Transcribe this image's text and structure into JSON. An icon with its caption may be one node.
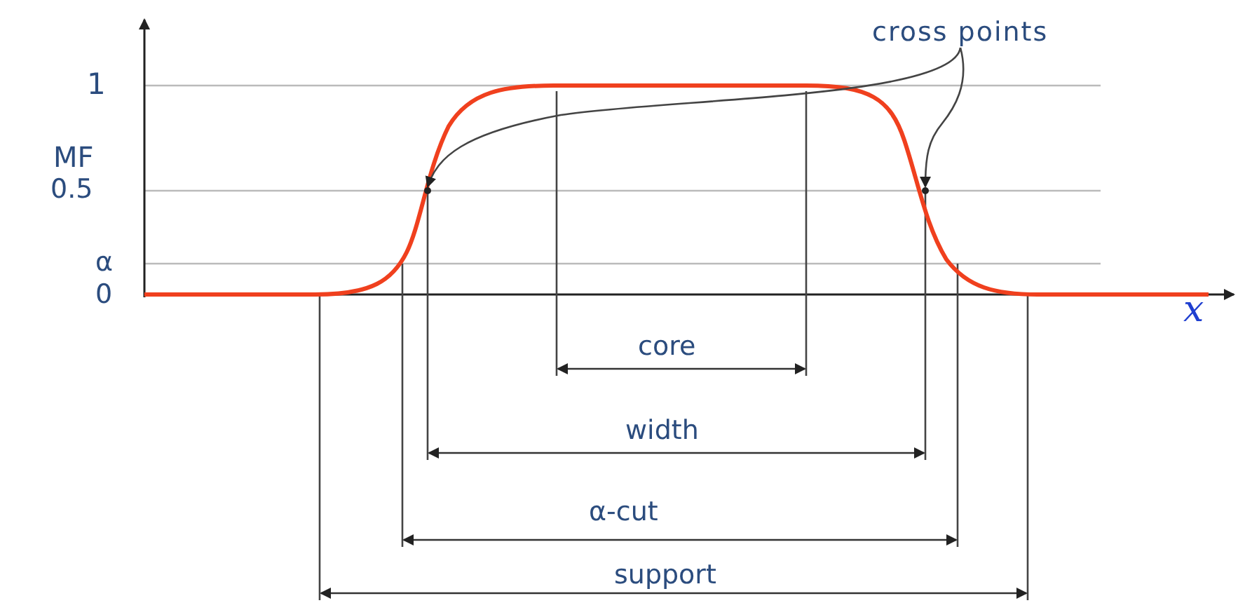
{
  "diagram": {
    "nodes": [
      {
        "text": [
          "cross points"
        ]
      },
      {
        "text": [],
        "shape": "circle"
      },
      {
        "text": [],
        "shape": "circle"
      }
    ],
    "edges": [
      {
        "from": 0,
        "to": 1,
        "arrow": "to"
      },
      {
        "from": 0,
        "to": 2,
        "arrow": "to"
      }
    ],
    "labels": [
      "1",
      "MF",
      "0.5",
      "α",
      "0",
      "x",
      "core",
      "width",
      "α-cut",
      "support"
    ]
  }
}
